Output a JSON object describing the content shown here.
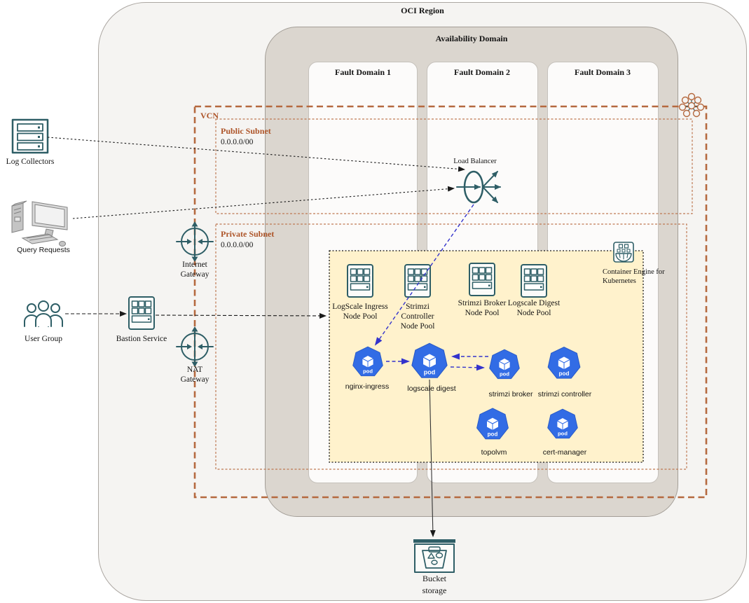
{
  "region": {
    "title": "OCI Region"
  },
  "availability_domain": {
    "title": "Availability Domain"
  },
  "fault_domains": [
    {
      "label": "Fault Domain 1"
    },
    {
      "label": "Fault Domain 2"
    },
    {
      "label": "Fault Domain 3"
    }
  ],
  "vcn": {
    "label": "VCN"
  },
  "public_subnet": {
    "label": "Public Subnet",
    "cidr": "0.0.0.0/00"
  },
  "private_subnet": {
    "label": "Private Subnet",
    "cidr": "0.0.0.0/00"
  },
  "external": {
    "log_collectors": {
      "label": "Log Collectors"
    },
    "query_requests": {
      "label": "Query Requests"
    },
    "user_group": {
      "label": "User Group"
    }
  },
  "network": {
    "bastion_service": {
      "label": "Bastion Service"
    },
    "internet_gateway": {
      "label": "Internet Gateway"
    },
    "nat_gateway": {
      "label": "NAT Gateway"
    },
    "load_balancer": {
      "label": "Load Balancer"
    }
  },
  "kubernetes": {
    "container_engine": {
      "label": "Container Engine for Kubernetes"
    },
    "pod_badge": "pod",
    "node_pools": [
      {
        "label": "LogScale Ingress Node Pool"
      },
      {
        "label": "Strimzi Controller Node Pool"
      },
      {
        "label": "Strimzi Broker Node Pool"
      },
      {
        "label": "Logscale Digest Node Pool"
      }
    ],
    "pods": [
      {
        "label": "nginx-ingress"
      },
      {
        "label": "logscale digest"
      },
      {
        "label": "strimzi broker"
      },
      {
        "label": "strimzi controller"
      },
      {
        "label": "topolvm"
      },
      {
        "label": "cert-manager"
      }
    ]
  },
  "storage": {
    "bucket": {
      "label": "Bucket storage"
    }
  },
  "colors": {
    "teal": "#2E5E66",
    "pod_blue": "#326CE5",
    "flow_blue": "#3333CC",
    "vcn_orange": "#B5693F",
    "subnet_label_orange": "#AD5428",
    "cluster_fill": "#FFF2CC"
  }
}
